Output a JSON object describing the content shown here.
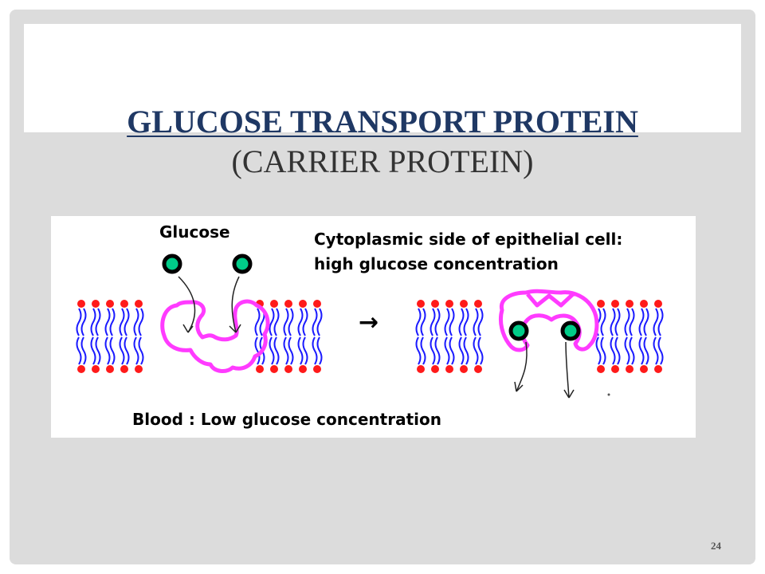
{
  "slide": {
    "title_main": "GLUCOSE TRANSPORT PROTEIN",
    "title_sub": "(CARRIER PROTEIN)",
    "page_number": "24"
  },
  "figure": {
    "label_glucose": "Glucose",
    "label_cytoplasmic_1": "Cytoplasmic side of epithelial cell:",
    "label_cytoplasmic_2": "high glucose concentration",
    "label_blood": "Blood : Low glucose concentration",
    "arrow_symbol": "→",
    "colors": {
      "lipid_tail": "#1a1aff",
      "lipid_head": "#ff1a1a",
      "carrier_protein": "#ff3bff",
      "glucose_fill": "#00cc88",
      "glucose_outline": "#000000"
    }
  }
}
